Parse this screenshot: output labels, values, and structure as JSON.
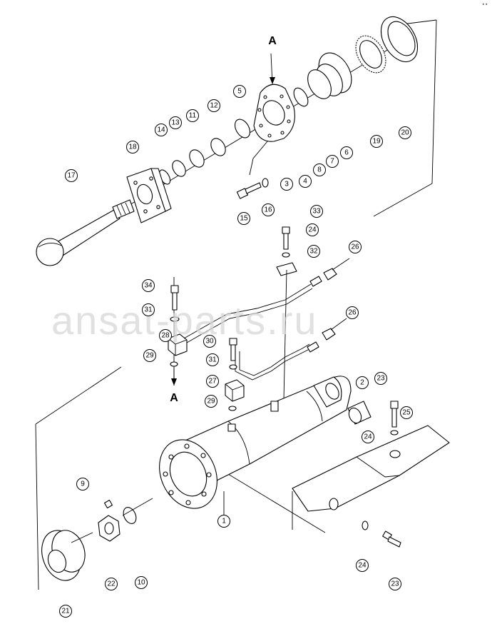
{
  "page": {
    "corner_mark": "▪ ▪"
  },
  "section": {
    "top_label": "A",
    "bottom_label": "A"
  },
  "watermark": {
    "text": "ansat-parts.ru"
  },
  "callouts": [
    {
      "n": "1"
    },
    {
      "n": "2"
    },
    {
      "n": "3"
    },
    {
      "n": "4"
    },
    {
      "n": "5"
    },
    {
      "n": "6"
    },
    {
      "n": "7"
    },
    {
      "n": "8"
    },
    {
      "n": "9"
    },
    {
      "n": "10"
    },
    {
      "n": "11"
    },
    {
      "n": "12"
    },
    {
      "n": "13"
    },
    {
      "n": "14"
    },
    {
      "n": "15"
    },
    {
      "n": "16"
    },
    {
      "n": "17"
    },
    {
      "n": "18"
    },
    {
      "n": "19"
    },
    {
      "n": "20"
    },
    {
      "n": "21"
    },
    {
      "n": "22"
    },
    {
      "n": "23"
    },
    {
      "n": "23"
    },
    {
      "n": "24"
    },
    {
      "n": "24"
    },
    {
      "n": "24"
    },
    {
      "n": "25"
    },
    {
      "n": "26"
    },
    {
      "n": "26"
    },
    {
      "n": "27"
    },
    {
      "n": "28"
    },
    {
      "n": "29"
    },
    {
      "n": "29"
    },
    {
      "n": "30"
    },
    {
      "n": "31"
    },
    {
      "n": "31"
    },
    {
      "n": "32"
    },
    {
      "n": "33"
    },
    {
      "n": "34"
    }
  ]
}
